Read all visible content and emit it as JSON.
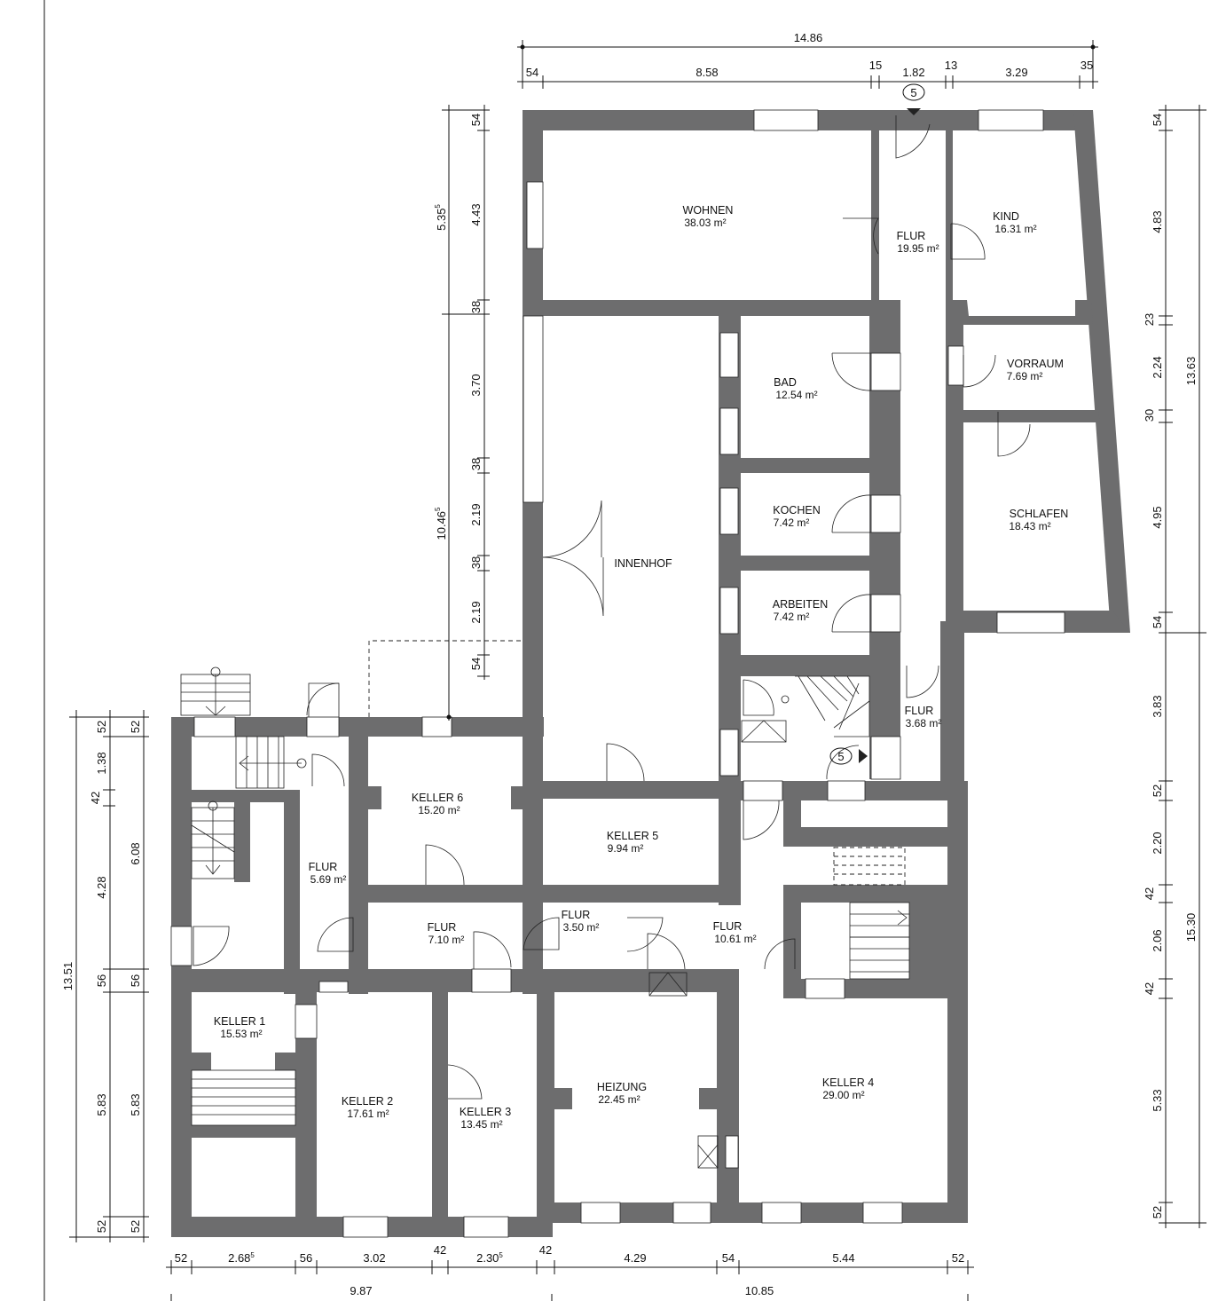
{
  "rooms": {
    "wohnen": {
      "name": "WOHNEN",
      "area": "38.03 m²"
    },
    "flur_upper": {
      "name": "FLUR",
      "area": "19.95 m²"
    },
    "kind": {
      "name": "KIND",
      "area": "16.31 m²"
    },
    "vorraum": {
      "name": "VORRAUM",
      "area": "7.69 m²"
    },
    "bad": {
      "name": "BAD",
      "area": "12.54 m²"
    },
    "kochen": {
      "name": "KOCHEN",
      "area": "7.42 m²"
    },
    "arbeiten": {
      "name": "ARBEITEN",
      "area": "7.42 m²"
    },
    "schlafen": {
      "name": "SCHLAFEN",
      "area": "18.43 m²"
    },
    "innenhof": {
      "name": "INNENHOF"
    },
    "flur_small": {
      "name": "FLUR",
      "area": "3.68 m²"
    },
    "keller6": {
      "name": "KELLER 6",
      "area": "15.20 m²"
    },
    "keller5": {
      "name": "KELLER 5",
      "area": "9.94 m²"
    },
    "flur_569": {
      "name": "FLUR",
      "area": "5.69 m²"
    },
    "flur_710": {
      "name": "FLUR",
      "area": "7.10 m²"
    },
    "flur_350": {
      "name": "FLUR",
      "area": "3.50 m²"
    },
    "flur_1061": {
      "name": "FLUR",
      "area": "10.61 m²"
    },
    "keller1": {
      "name": "KELLER 1",
      "area": "15.53 m²"
    },
    "keller2": {
      "name": "KELLER 2",
      "area": "17.61 m²"
    },
    "keller3": {
      "name": "KELLER 3",
      "area": "13.45 m²"
    },
    "heizung": {
      "name": "HEIZUNG",
      "area": "22.45 m²"
    },
    "keller4": {
      "name": "KELLER 4",
      "area": "29.00 m²"
    }
  },
  "markers": {
    "entry_top": "5",
    "entry_inner": "5"
  },
  "dims_top": {
    "total": "14.86",
    "row": [
      "54",
      "8.58",
      "15",
      "1.82",
      "13",
      "3.29",
      "35"
    ]
  },
  "dims_bottom": {
    "row": [
      "52",
      "2.68",
      "5",
      "56",
      "3.02",
      "42",
      "2.30",
      "5",
      "42",
      "4.29",
      "54",
      "5.44",
      "52"
    ],
    "totals": [
      "9.87",
      "10.85"
    ]
  },
  "dims_left_upper": {
    "outer": [
      "5.35",
      "5",
      "10.46",
      "5"
    ],
    "inner": [
      "54",
      "4.43",
      "38",
      "3.70",
      "38",
      "2.19",
      "38",
      "2.19",
      "54"
    ]
  },
  "dims_left_lower": {
    "total": "13.51",
    "col_a": [
      "52",
      "1.38",
      "42",
      "4.28",
      "56",
      "5.83",
      "52"
    ],
    "col_b": [
      "52",
      "6.08",
      "56",
      "5.83",
      "52"
    ]
  },
  "dims_right": {
    "inner": [
      "54",
      "4.83",
      "23",
      "2.24",
      "30",
      "4.95",
      "54",
      "3.83",
      "52",
      "2.20",
      "42",
      "2.06",
      "42",
      "5.33",
      "52"
    ],
    "outer": [
      "13.63",
      "15.30"
    ]
  },
  "colors": {
    "wall": "#6d6d6e",
    "line": "#111111",
    "background": "#ffffff"
  }
}
